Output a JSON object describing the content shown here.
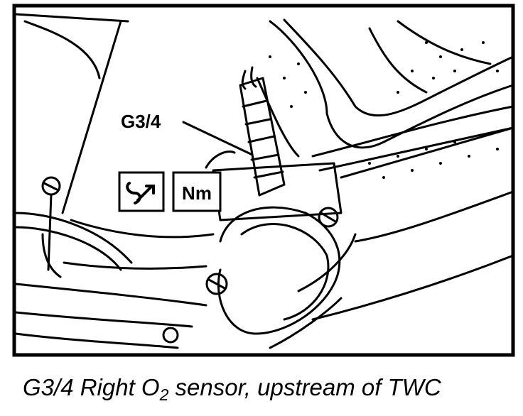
{
  "callout_label": "G3/4",
  "icon_tool": "special-tool-icon",
  "icon_torque_label": "Nm",
  "caption": {
    "prefix": "G3/4 Right O",
    "subscript": "2",
    "suffix": " sensor, upstream of TWC"
  },
  "colors": {
    "ink": "#000000",
    "paper": "#ffffff"
  }
}
